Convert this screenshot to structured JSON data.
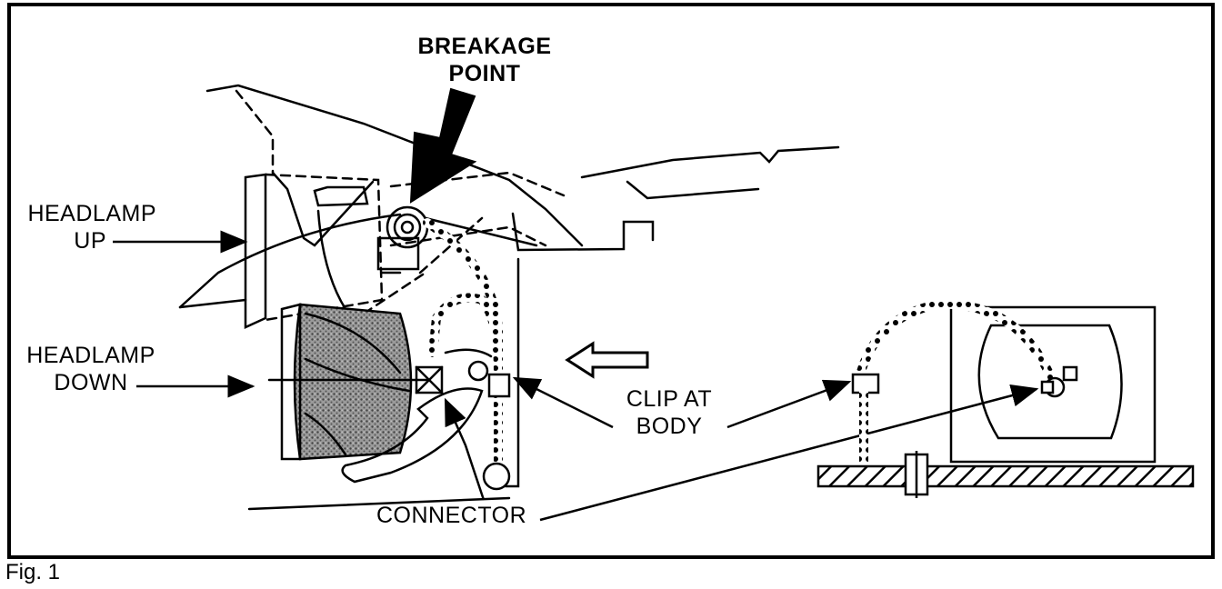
{
  "labels": {
    "breakage_line1": "BREAKAGE",
    "breakage_line2": "POINT",
    "headlamp_up_line1": "HEADLAMP",
    "headlamp_up_line2": "UP",
    "headlamp_down_line1": "HEADLAMP",
    "headlamp_down_line2": "DOWN",
    "clip_line1": "CLIP AT",
    "clip_line2": "BODY",
    "connector": "CONNECTOR"
  },
  "caption": "Fig. 1",
  "colors": {
    "ink": "#000000",
    "paper": "#ffffff",
    "shade": "#7a7a7a"
  }
}
